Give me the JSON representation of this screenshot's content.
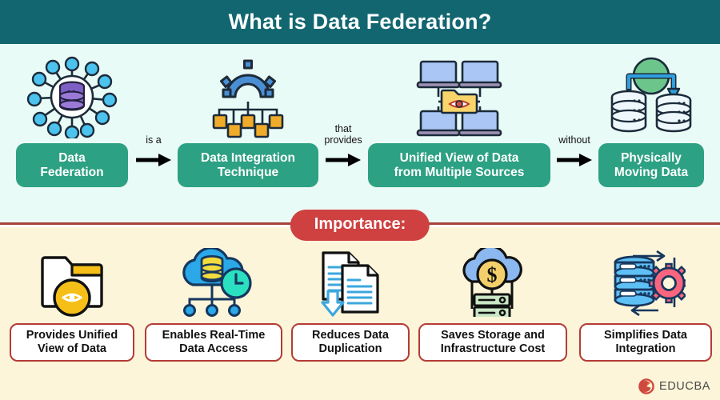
{
  "header": {
    "title": "What is Data Federation?",
    "background_color": "#126670",
    "text_color": "#ffffff"
  },
  "theme": {
    "flow_section_bg": "#e9fbf6",
    "importance_section_bg": "#fdf5d9",
    "flow_box_color": "#2da183",
    "badge_color": "#cf4141",
    "divider_color": "#a8403c",
    "imp_box_border": "#b43c37"
  },
  "flow": {
    "nodes": [
      {
        "label": "Data\nFederation",
        "icon": "data-federation-network-icon"
      },
      {
        "label": "Data Integration\nTechnique",
        "icon": "gear-integration-icon"
      },
      {
        "label": "Unified View of Data\nfrom Multiple Sources",
        "icon": "laptops-unified-view-icon"
      },
      {
        "label": "Physically\nMoving Data",
        "icon": "database-transfer-icon"
      }
    ],
    "connectors": [
      {
        "label": "is a",
        "icon": "arrow-right-icon"
      },
      {
        "label": "that\nprovides",
        "icon": "arrow-right-icon"
      },
      {
        "label": "without",
        "icon": "arrow-right-icon"
      }
    ]
  },
  "importance": {
    "badge_label": "Importance:",
    "items": [
      {
        "label": "Provides Unified\nView of Data",
        "icon": "folder-eye-icon"
      },
      {
        "label": "Enables Real-Time\nData Access",
        "icon": "cloud-database-clock-icon"
      },
      {
        "label": "Reduces Data\nDuplication",
        "icon": "documents-download-icon"
      },
      {
        "label": "Saves Storage and\nInfrastructure Cost",
        "icon": "cloud-dollar-server-icon"
      },
      {
        "label": "Simplifies Data\nIntegration",
        "icon": "server-gear-sync-icon"
      }
    ]
  },
  "logo": {
    "text": "EDUCBA",
    "icon": "educba-swirl-icon",
    "color": "#d0493f"
  }
}
